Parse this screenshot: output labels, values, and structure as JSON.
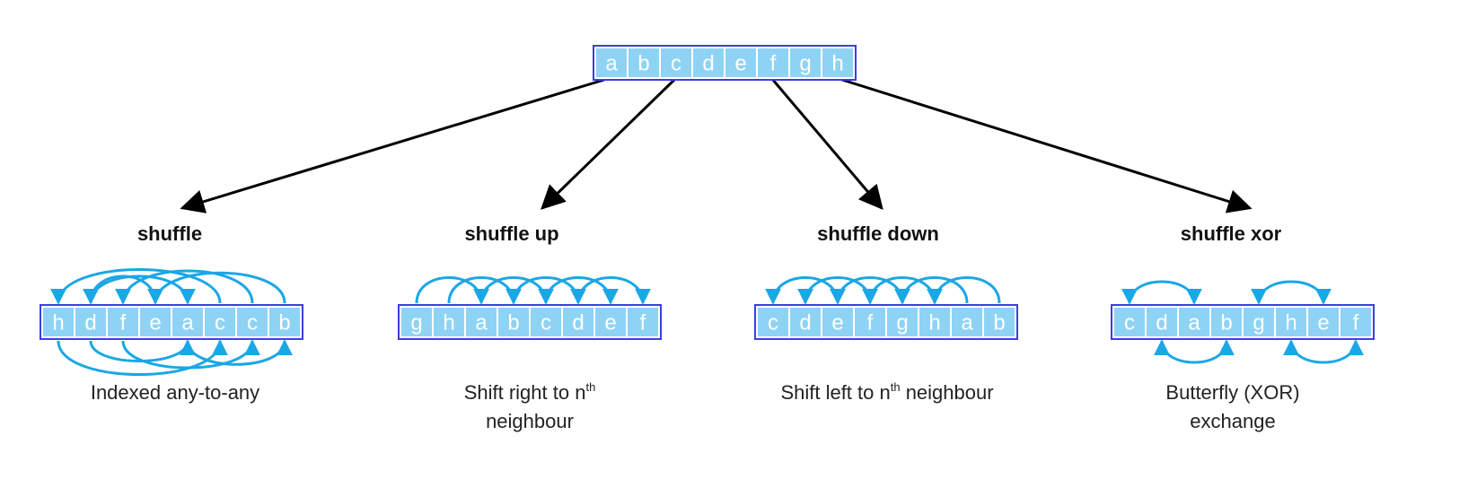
{
  "source_array": [
    "a",
    "b",
    "c",
    "d",
    "e",
    "f",
    "g",
    "h"
  ],
  "panels": [
    {
      "title": "shuffle",
      "array": [
        "h",
        "d",
        "f",
        "e",
        "a",
        "c",
        "c",
        "b"
      ],
      "desc_lines": [
        "Indexed any-to-any"
      ]
    },
    {
      "title": "shuffle up",
      "array": [
        "g",
        "h",
        "a",
        "b",
        "c",
        "d",
        "e",
        "f"
      ],
      "desc_prefix": "Shift right to n",
      "desc_sup": "th",
      "desc_line2": "neighbour"
    },
    {
      "title": "shuffle down",
      "array": [
        "c",
        "d",
        "e",
        "f",
        "g",
        "h",
        "a",
        "b"
      ],
      "desc_prefix": "Shift left to n",
      "desc_sup": "th",
      "desc_suffix": " neighbour"
    },
    {
      "title": "shuffle xor",
      "array": [
        "c",
        "d",
        "a",
        "b",
        "g",
        "h",
        "e",
        "f"
      ],
      "desc_lines": [
        "Butterfly (XOR)",
        "exchange"
      ]
    }
  ],
  "colors": {
    "cell_fill": "#8fd3f4",
    "cell_border": "#3b3fe0",
    "arc": "#1aa7e6",
    "arrow": "#000000"
  }
}
